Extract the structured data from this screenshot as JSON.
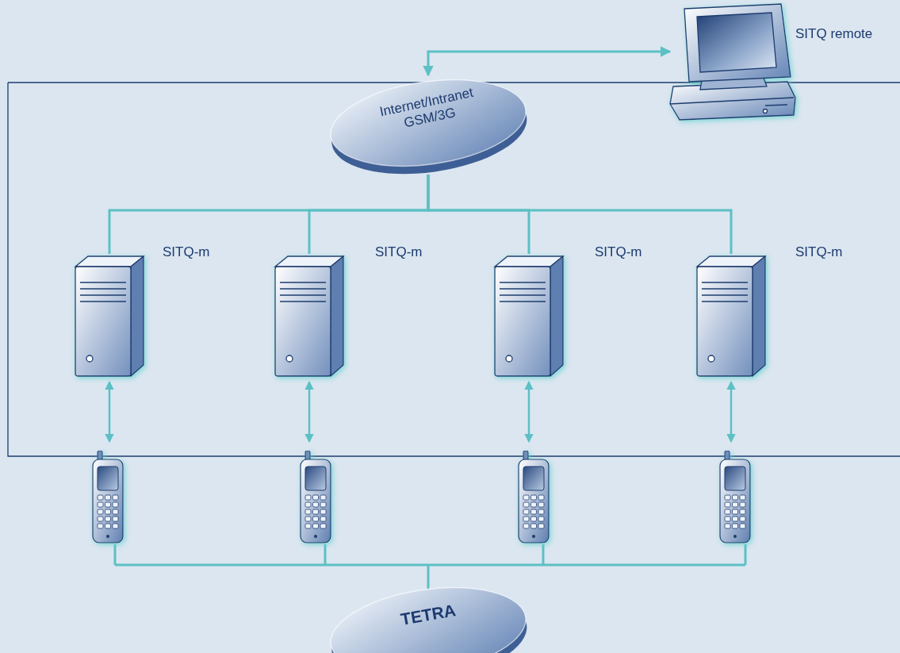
{
  "diagram": {
    "nodes": [
      {
        "text": [
          "SITQ remote"
        ]
      },
      {
        "text": [
          "Internet/Intranet GSM/3G"
        ]
      },
      {
        "text": [
          "SITQ-m"
        ]
      },
      {
        "text": [
          "SITQ-m"
        ]
      },
      {
        "text": [
          "SITQ-m"
        ]
      },
      {
        "text": [
          "SITQ-m"
        ]
      },
      {
        "text": [
          "TETRA"
        ]
      }
    ],
    "edges": [
      {
        "from": 0,
        "to": 1,
        "arrow": "both"
      },
      {
        "from": 1,
        "to": 2,
        "arrow": "none"
      },
      {
        "from": 1,
        "to": 3,
        "arrow": "none"
      },
      {
        "from": 1,
        "to": 4,
        "arrow": "none"
      },
      {
        "from": 1,
        "to": 5,
        "arrow": "none"
      }
    ]
  }
}
